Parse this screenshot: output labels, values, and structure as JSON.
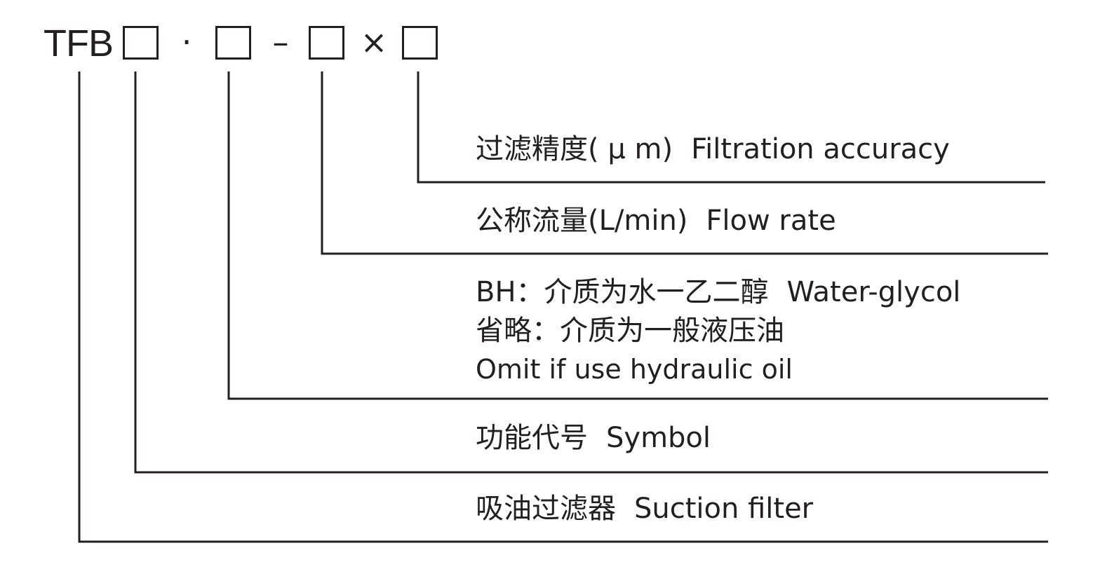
{
  "model_code": {
    "prefix": "TFB",
    "separators": [
      "·",
      "–",
      "×"
    ],
    "slot_count": 4
  },
  "fields": [
    {
      "id": "filtration-accuracy",
      "zh": "过滤精度( μ m)",
      "en": "Filtration accuracy"
    },
    {
      "id": "flow-rate",
      "zh": "公称流量(L/min)",
      "en": "Flow rate"
    },
    {
      "id": "medium",
      "line1_zh": "BH：介质为水一乙二醇",
      "line1_en": "Water-glycol",
      "line2_zh": "省略：介质为一般液压油",
      "line3_en": "Omit if use hydraulic oil"
    },
    {
      "id": "symbol",
      "zh": "功能代号",
      "en": "Symbol"
    },
    {
      "id": "suction-filter",
      "zh": "吸油过滤器",
      "en": "Suction filter"
    }
  ],
  "colors": {
    "ink": "#231f20",
    "background": "#ffffff"
  }
}
